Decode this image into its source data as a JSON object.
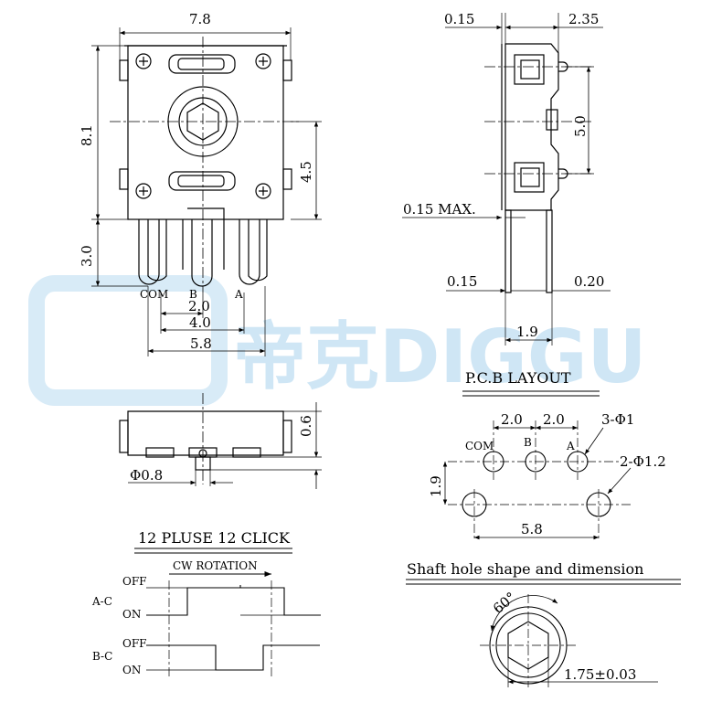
{
  "watermark": {
    "text": "帝克DIGGU"
  },
  "front_view": {
    "width": "7.8",
    "height": "8.1",
    "center_offset": "4.5",
    "terminal_length": "3.0",
    "pitch1": "2.0",
    "pitch2": "4.0",
    "span": "5.8",
    "label_com": "COM",
    "label_b": "B",
    "label_a": "A"
  },
  "side_view": {
    "top_left": "0.15",
    "top_right": "2.35",
    "height": "5.0",
    "max_note": "0.15 MAX.",
    "bottom_left": "0.15",
    "bottom_right": "0.20",
    "bottom_span": "1.9"
  },
  "bottom_view": {
    "height": "0.6",
    "pin_dia": "Φ0.8"
  },
  "pcb_layout": {
    "title": "P.C.B LAYOUT",
    "pitch_a": "2.0",
    "pitch_b": "2.0",
    "hole_small": "3-Φ1",
    "hole_large": "2-Φ1.2",
    "label_com": "COM",
    "label_b": "B",
    "label_a": "A",
    "vert": "1.9",
    "span": "5.8"
  },
  "timing": {
    "title": "12 PLUSE 12 CLICK",
    "rotation": "CW ROTATION",
    "row1": "A-C",
    "row2": "B-C",
    "off": "OFF",
    "on": "ON"
  },
  "shaft": {
    "title": "Shaft hole shape and dimension",
    "angle": "60°",
    "size": "1.75±0.03"
  }
}
